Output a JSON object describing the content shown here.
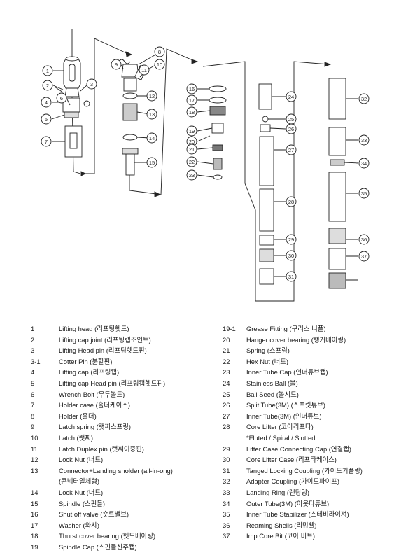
{
  "callouts": [
    "1",
    "2",
    "3",
    "4",
    "5",
    "6",
    "7",
    "8",
    "9",
    "10",
    "11",
    "12",
    "13",
    "14",
    "15",
    "16",
    "17",
    "18",
    "19",
    "20",
    "21",
    "22",
    "23",
    "24",
    "25",
    "26",
    "27",
    "28",
    "29",
    "30",
    "31",
    "32",
    "33",
    "34",
    "35",
    "36",
    "37"
  ],
  "parts_left": [
    {
      "num": "1",
      "name": "Lifting head (리프팅헷드)"
    },
    {
      "num": "2",
      "name": "Lifting cap joint (리프팅캡조인트)"
    },
    {
      "num": "3",
      "name": "Lifting Head pin (리프팅헷드핀)"
    },
    {
      "num": "3-1",
      "name": "Cotter Pin (분할핀)"
    },
    {
      "num": "4",
      "name": "Lifting cap (리프팅캡)"
    },
    {
      "num": "5",
      "name": "Lifting cap Head pin (리프팅캡헷드핀)"
    },
    {
      "num": "6",
      "name": "Wrench Bolt (무두볼트)"
    },
    {
      "num": "7",
      "name": "Holder case (홀더케이스)"
    },
    {
      "num": "8",
      "name": "Holder (홀더)"
    },
    {
      "num": "9",
      "name": "Latch spring (랫찌스프링)"
    },
    {
      "num": "10",
      "name": "Latch (랫찌)"
    },
    {
      "num": "11",
      "name": "Latch Duplex pin (랫찌이중핀)"
    },
    {
      "num": "12",
      "name": "Lock Nut (너트)"
    },
    {
      "num": "13",
      "name": "Connector+Landing sholder (all-in-ong)"
    },
    {
      "num": "",
      "name": "(콘넥터일체형)"
    },
    {
      "num": "14",
      "name": "Lock Nut (너트)"
    },
    {
      "num": "15",
      "name": "Spindle (스핀들)"
    },
    {
      "num": "16",
      "name": "Shut off valve (숏트밸브)"
    },
    {
      "num": "17",
      "name": "Washer (와샤)"
    },
    {
      "num": "18",
      "name": "Thurst cover bearing (헷드베아링)"
    },
    {
      "num": "19",
      "name": "Spindle Cap (스핀들신주캡)"
    }
  ],
  "parts_right": [
    {
      "num": "19-1",
      "name": "Grease Fitting (구리스 니플)"
    },
    {
      "num": "20",
      "name": "Hanger cover bearing (행거베아링)"
    },
    {
      "num": "21",
      "name": "Spring (스프링)"
    },
    {
      "num": "22",
      "name": "Hex Nut (너트)"
    },
    {
      "num": "23",
      "name": "Inner Tube Cap (인너튜브캡)"
    },
    {
      "num": "24",
      "name": "Stainless Ball (볼)"
    },
    {
      "num": "25",
      "name": "Ball Seed (볼시드)"
    },
    {
      "num": "26",
      "name": "Split Tube(3M) (스프릿튜브)"
    },
    {
      "num": "27",
      "name": "Inner Tube(3M) (인너튜브)"
    },
    {
      "num": "28",
      "name": "Core Lifter (코아리프타)"
    },
    {
      "num": "",
      "name": "*Fluted / Spiral / Slotted"
    },
    {
      "num": "29",
      "name": "Lifter Case Connecting Cap (연결캡)"
    },
    {
      "num": "30",
      "name": "Core Lifter Case (리프타케이스)"
    },
    {
      "num": "31",
      "name": "Tanged Locking Coupling (가이드커플링)"
    },
    {
      "num": "32",
      "name": "Adapter Coupling (가이드파이프)"
    },
    {
      "num": "33",
      "name": "Landing Ring (랜딩링)"
    },
    {
      "num": "34",
      "name": "Outer Tube(3M) (아웃타튜브)"
    },
    {
      "num": "35",
      "name": "Inner Tube Stabilizer (스테비라이져)"
    },
    {
      "num": "36",
      "name": "Reaming Shells (리밍쉘)"
    },
    {
      "num": "37",
      "name": "Imp Core Bit (코아 비트)"
    }
  ]
}
